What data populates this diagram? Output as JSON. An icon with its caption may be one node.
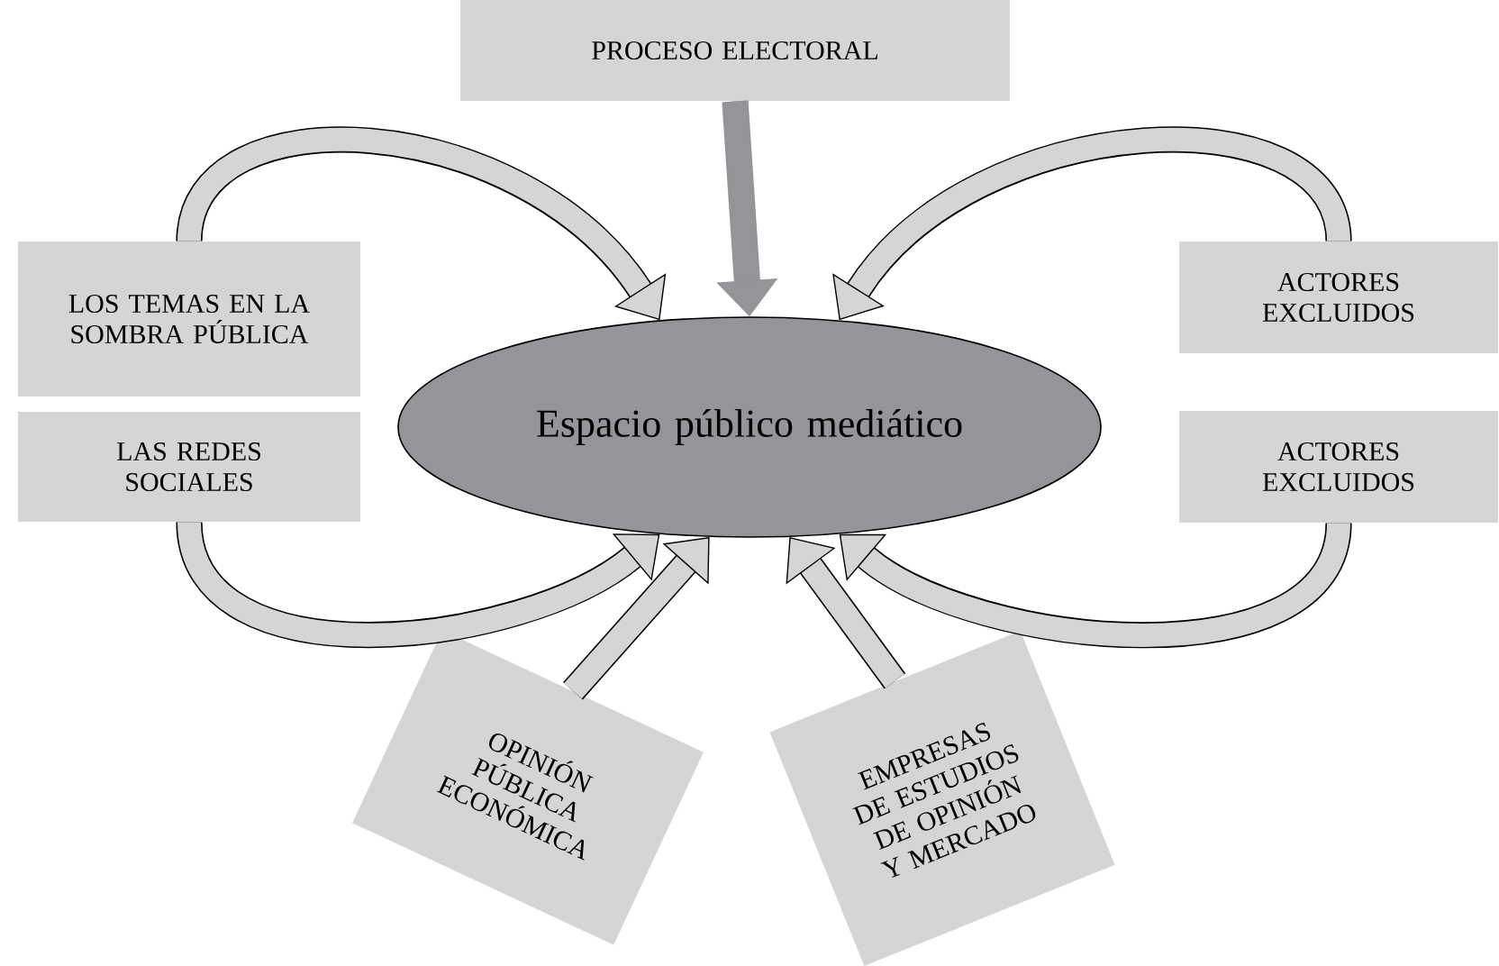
{
  "diagram": {
    "nodes": [
      {
        "text": [
          "PROCESO ELECTORAL"
        ]
      },
      {
        "text": [
          "LOS TEMAS EN LA SOMBRA PÚBLICA"
        ]
      },
      {
        "text": [
          "LAS REDES SOCIALES"
        ]
      },
      {
        "text": [
          "Espacio público mediático"
        ]
      },
      {
        "text": [
          "ACTORES EXCLUIDOS"
        ]
      },
      {
        "text": [
          "ACTORES EXCLUIDOS"
        ]
      },
      {
        "text": [
          "OPINIÓN PÚBLICA ECONÓMICA"
        ]
      },
      {
        "text": [
          "EMPRESAS DE ESTUDIOS DE OPINIÓN Y MERCADO"
        ]
      }
    ],
    "edges": [
      {
        "from": 0,
        "to": 3,
        "arrow": "to",
        "color": "#939598"
      },
      {
        "from": 1,
        "to": 3,
        "arrow": "to"
      },
      {
        "from": 2,
        "to": 3,
        "arrow": "to"
      },
      {
        "from": 4,
        "to": 3,
        "arrow": "to"
      },
      {
        "from": 5,
        "to": 3,
        "arrow": "to"
      },
      {
        "from": 6,
        "to": 3,
        "arrow": "to"
      },
      {
        "from": 7,
        "to": 3,
        "arrow": "to"
      }
    ]
  }
}
